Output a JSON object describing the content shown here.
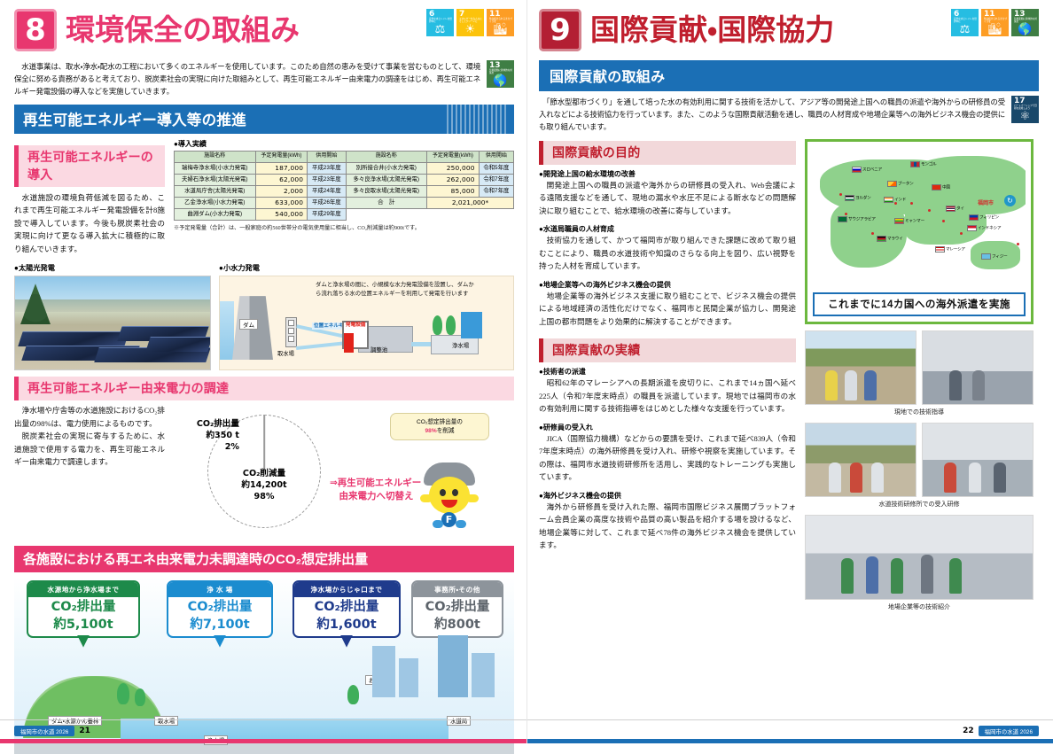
{
  "left_page": {
    "chapter_number": "8",
    "chapter_title": "環境保全の取組み",
    "sdg_badges": [
      {
        "num": "6",
        "label": "安全な水とトイレを世界中に"
      },
      {
        "num": "7",
        "label": "エネルギーをみんなにそしてクリーンに"
      },
      {
        "num": "11",
        "label": "住み続けられるまちづくりを"
      },
      {
        "num": "13",
        "label": "気候変動に具体的な対策を"
      }
    ],
    "intro": "　水道事業は、取水・浄水・配水の工程において多くのエネルギーを使用しています。このため自然の恵みを受けて事業を営むものとして、環境保全に努める責務があると考えており、脱炭素社会の実現に向けた取組みとして、再生可能エネルギー由来電力の調達をはじめ、再生可能エネルギー発電設備の導入などを実施していきます。",
    "section1_title": "再生可能エネルギー導入等の推進",
    "sub1_title": "再生可能エネルギーの導入",
    "sub1_body": "水道施設の環境負荷低減を図るため、これまで再生可能エネルギー発電設備を計8施設で導入しています。今後も脱炭素社会の実現に向けて更なる導入拡大に積極的に取り組んでいきます。",
    "table_caption": "●導入実績",
    "table_headers": [
      "施設名称",
      "予定発電量(kWh)",
      "供用開始",
      "施設名称",
      "予定発電量(kWh)",
      "供用開始"
    ],
    "table_rows": [
      [
        "瑞梅寺浄水場(小水力発電)",
        "187,000",
        "平成23年度",
        "別所接合井(小水力発電)",
        "250,000",
        "令和5年度"
      ],
      [
        "夫婦石浄水場(太陽光発電)",
        "62,000",
        "平成23年度",
        "多々良浄水場(太陽光発電)",
        "262,000",
        "令和7年度"
      ],
      [
        "水道局庁舎(太陽光発電)",
        "2,000",
        "平成24年度",
        "多々良取水場(太陽光発電)",
        "85,000",
        "令和7年度"
      ],
      [
        "乙金浄水場(小水力発電)",
        "633,000",
        "平成26年度",
        "合　計",
        "2,021,000*",
        ""
      ],
      [
        "曲淵ダム(小水力発電)",
        "540,000",
        "平成29年度",
        "",
        "",
        ""
      ]
    ],
    "table_note": "※予定発電量（合計）は、一般家庭の約560世帯分の電気使用量に相当し、CO₂削減量は約900tです。",
    "fig_solar_caption": "●太陽光発電",
    "fig_hydro_caption": "●小水力発電",
    "hydro_note": "ダムと浄水場の間に、小規模な水力発電設備を設置し、ダムから流れ落ちる水の位置エネルギーを利用して発電を行います",
    "hydro_labels": {
      "dam": "ダム",
      "intake": "取水場",
      "energy": "位置エネルギー",
      "generator": "発電設備",
      "pond": "調整池",
      "plant": "浄水場"
    },
    "sub2_title": "再生可能エネルギー由来電力の調達",
    "sub2_body_p1": "浄水場や庁舎等の水道施設におけるCO₂排出量の98%は、電力使用によるものです。",
    "sub2_body_p2": "脱炭素社会の実現に寄与するために、水道施設で使用する電力を、再生可能エネルギー由来電力で調達します。",
    "pie": {
      "label_small": "CO₂排出量\n約350 t\n2%",
      "label_small_lines": [
        "CO₂排出量",
        "約350 t",
        "2%"
      ],
      "label_large_lines": [
        "CO₂削減量",
        "約14,200t",
        "98%"
      ],
      "arrow_lines": [
        "⇒再生可能エネルギー",
        "　由来電力へ切替え"
      ],
      "bubble_lines": [
        "CO₂想定排出量の",
        "98%",
        "を削減"
      ]
    },
    "section2_title": "各施設における再エネ由来電力未調達時のCO₂想定排出量",
    "callouts": [
      {
        "header": "水源地から浄水場まで",
        "metric": "CO₂排出量",
        "value": "約5,100t",
        "color": "#1d8a4a"
      },
      {
        "header": "浄 水 場",
        "metric": "CO₂排出量",
        "value": "約7,100t",
        "color": "#1b8ccf"
      },
      {
        "header": "浄水場からじゃ口まで",
        "metric": "CO₂排出量",
        "value": "約1,600t",
        "color": "#1f3b8c"
      },
      {
        "header": "事務所・その他",
        "metric": "CO₂排出量",
        "value": "約800t",
        "color": "#8d949b"
      }
    ],
    "scene_labels": [
      "ダム・水源かん養林",
      "取水場",
      "浄水場",
      "お客さま",
      "水道局"
    ],
    "footer_tag": "福岡市の水道 2026",
    "footer_page": "21"
  },
  "right_page": {
    "chapter_number": "9",
    "chapter_title": "国際貢献・国際協力",
    "sdg_badges": [
      {
        "num": "6",
        "label": "安全な水とトイレを世界中に"
      },
      {
        "num": "11",
        "label": "住み続けられるまちづくりを"
      },
      {
        "num": "13",
        "label": "気候変動に具体的な対策を"
      },
      {
        "num": "17",
        "label": "パートナーシップで目標を達成しよう"
      }
    ],
    "section1_title": "国際貢献の取組み",
    "intro": "　「節水型都市づくり」を通して培った水の有効利用に関する技術を活かして、アジア等の開発途上国への職員の派遣や海外からの研修員の受入れなどによる技術協力を行っています。また、このような国際貢献活動を通し、職員の人材育成や地場企業等への海外ビジネス機会の提供にも取り組んでいます。",
    "sub1_title": "国際貢献の目的",
    "purpose_items": [
      {
        "heading": "●開発途上国の給水環境の改善",
        "body": "開発途上国への職員の派遣や海外からの研修員の受入れ、Web会議による遠隔支援などを通して、現地の漏水や水圧不足による断水などの問題解決に取り組むことで、給水環境の改善に寄与しています。"
      },
      {
        "heading": "●水道局職員の人材育成",
        "body": "技術協力を通して、かつて福岡市が取り組んできた課題に改めて取り組むことにより、職員の水道技術や知識のさらなる向上を図り、広い視野を持った人材を育成しています。"
      },
      {
        "heading": "●地場企業等への海外ビジネス機会の提供",
        "body": "地場企業等の海外ビジネス支援に取り組むことで、ビジネス機会の提供による地域経済の活性化だけでなく、福岡市と民間企業が協力し、開発途上国の都市問題をより効果的に解決することができます。"
      }
    ],
    "sub2_title": "国際貢献の実績",
    "results_items": [
      {
        "heading": "●技術者の派遣",
        "body": "昭和62年のマレーシアへの長期派遣を皮切りに、これまで14ヵ国へ延べ225人（令和7年度末時点）の職員を派遣しています。現地では福岡市の水の有効利用に関する技術指導をはじめとした様々な支援を行っています。"
      },
      {
        "heading": "●研修員の受入れ",
        "body": "JICA（国際協力機構）などからの要請を受け、これまで延べ839人（令和7年度末時点）の海外研修員を受け入れ、研修や視察を実施しています。その際は、福岡市水道技術研修所を活用し、実践的なトレーニングも実施しています。"
      },
      {
        "heading": "●海外ビジネス機会の提供",
        "body": "海外から研修員を受け入れた際、福岡市国際ビジネス展開プラットフォーム会員企業の高度な技術や品質の高い製品を紹介する場を設けるなど、地場企業等に対して、これまで延べ78件の海外ビジネス機会を提供しています。"
      }
    ],
    "map": {
      "home_label": "福岡市",
      "cta": "これまでに14カ国への海外派遣を実施",
      "countries": [
        {
          "name": "スロベニア",
          "colors": [
            "#ffffff",
            "#0000c8",
            "#d52b1e"
          ]
        },
        {
          "name": "モンゴル",
          "colors": [
            "#c4272f",
            "#015197",
            "#c4272f"
          ]
        },
        {
          "name": "ブータン",
          "colors": [
            "#ffcc33",
            "#ff6600",
            "#ffcc33"
          ]
        },
        {
          "name": "中国",
          "colors": [
            "#de2910",
            "#de2910",
            "#de2910"
          ]
        },
        {
          "name": "ヨルダン",
          "colors": [
            "#000000",
            "#ffffff",
            "#007a3d"
          ]
        },
        {
          "name": "インド",
          "colors": [
            "#ff9933",
            "#ffffff",
            "#138808"
          ]
        },
        {
          "name": "タイ",
          "colors": [
            "#a51931",
            "#ffffff",
            "#2d2a4a"
          ]
        },
        {
          "name": "フィリピン",
          "colors": [
            "#0038a8",
            "#ce1126",
            "#0038a8"
          ]
        },
        {
          "name": "サウジアラビア",
          "colors": [
            "#006c35",
            "#006c35",
            "#006c35"
          ]
        },
        {
          "name": "ミャンマー",
          "colors": [
            "#fecb00",
            "#34b233",
            "#ea2839"
          ]
        },
        {
          "name": "インドネシア",
          "colors": [
            "#ce1126",
            "#ce1126",
            "#ffffff"
          ]
        },
        {
          "name": "マラウイ",
          "colors": [
            "#000000",
            "#ce1126",
            "#339e35"
          ]
        },
        {
          "name": "マレーシア",
          "colors": [
            "#cc0001",
            "#ffffff",
            "#010066"
          ]
        },
        {
          "name": "フィジー",
          "colors": [
            "#68bfe5",
            "#68bfe5",
            "#68bfe5"
          ]
        }
      ]
    },
    "photos": [
      {
        "caption": "現地での技術指導"
      },
      {
        "caption": "水道技術研修所での受入研修"
      },
      {
        "caption": "地場企業等の技術紹介"
      }
    ],
    "footer_tag": "福岡市の水道 2026",
    "footer_page": "22"
  }
}
